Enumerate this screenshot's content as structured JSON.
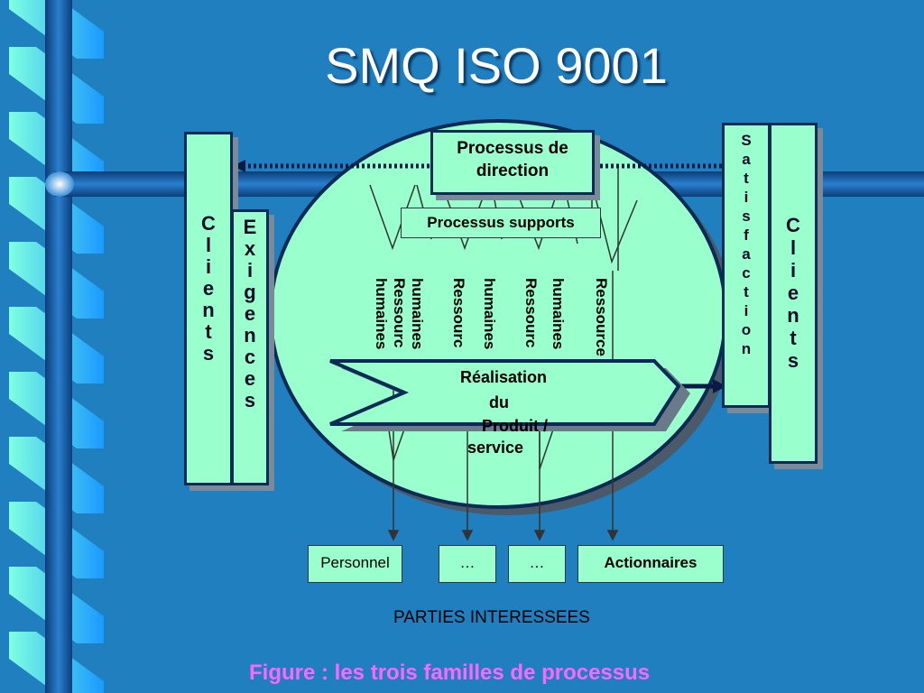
{
  "title": "SMQ ISO 9001",
  "clients_left": [
    "C",
    "l",
    "i",
    "e",
    "n",
    "t",
    "s"
  ],
  "exigences": [
    "E",
    "x",
    "i",
    "g",
    "e",
    "n",
    "c",
    "e",
    "s"
  ],
  "satisfaction": [
    "S",
    "a",
    "t",
    "i",
    "s",
    "f",
    "a",
    "c",
    "t",
    "i",
    "o",
    "n"
  ],
  "clients_right": [
    "C",
    "l",
    "i",
    "e",
    "n",
    "t",
    "s"
  ],
  "processus_direction": "Processus de direction",
  "processus_supports": "Processus supports",
  "ressources": [
    {
      "line1": "humaines",
      "line2": "Ressourc",
      "line3": "humaines"
    },
    {
      "line1": "Ressourc",
      "line2": "humaines"
    },
    {
      "line1": "Ressourc",
      "line2": "humaines"
    },
    {
      "line1": "Ressource"
    }
  ],
  "realisation": {
    "line1": "Réalisation",
    "line2": "du",
    "line3": "Produit /",
    "line4": "service"
  },
  "stakeholders": [
    "Personnel",
    "…",
    "…",
    "Actionnaires"
  ],
  "parties": "PARTIES INTERESSEES",
  "caption": "Figure : les trois familles de processus",
  "colors": {
    "background": "#1f7fbf",
    "box_fill": "#99ffcc",
    "caption": "#ff66ff",
    "outline": "#0b2a55"
  }
}
